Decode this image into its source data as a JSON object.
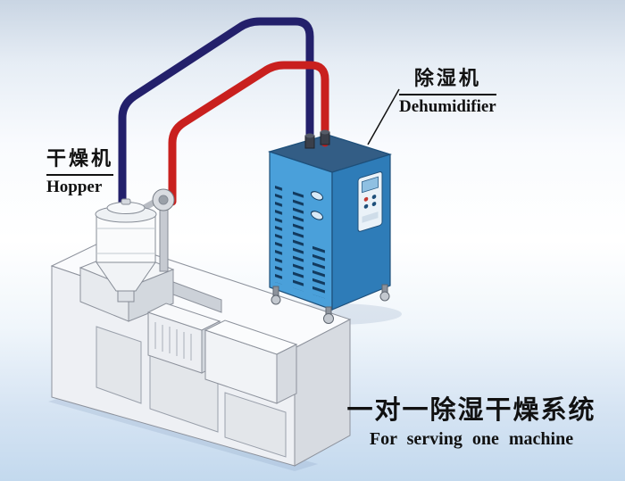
{
  "hopper_label": {
    "zh": "干燥机",
    "en": "Hopper"
  },
  "dehumidifier_label": {
    "zh": "除湿机",
    "en": "Dehumidifier"
  },
  "caption": {
    "zh": "一对一除湿干燥系统",
    "en": "For serving one machine"
  },
  "colors": {
    "pipe_dry_air": "#23206b",
    "pipe_return_air": "#c9201e",
    "dehumidifier_front": "#4aa0da",
    "dehumidifier_side": "#2e7cb8",
    "dehumidifier_top": "#335d85",
    "machine_front": "#eef0f4",
    "machine_top": "#fafbfd",
    "machine_side": "#d7dbe1",
    "label_text": "#111111"
  }
}
